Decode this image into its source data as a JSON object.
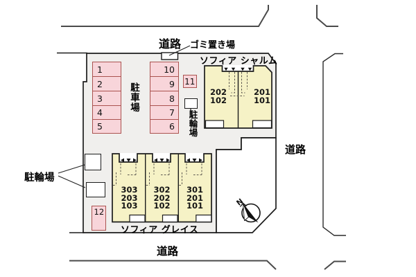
{
  "labels": {
    "road_top": "道路",
    "road_right": "道路",
    "road_bottom": "道路",
    "garbage": "ゴミ置き場",
    "parking_lot": "駐車場",
    "bike_parking": "駐輪場",
    "bike_parking_2": "駐輪場"
  },
  "compass": {
    "north": "N"
  },
  "parking": {
    "left_column": [
      "1",
      "2",
      "3",
      "4",
      "5"
    ],
    "middle_column": [
      "10",
      "9",
      "8",
      "7",
      "6"
    ],
    "space_11": "11",
    "space_12": "12"
  },
  "buildings": {
    "charme": {
      "name": "ソフィア シャルム",
      "units": [
        {
          "lines": [
            "202",
            "102"
          ]
        },
        {
          "lines": [
            "201",
            "101"
          ]
        }
      ]
    },
    "grace": {
      "name": "ソフィア グレイス",
      "units": [
        {
          "lines": [
            "303",
            "203",
            "103"
          ]
        },
        {
          "lines": [
            "302",
            "202",
            "102"
          ]
        },
        {
          "lines": [
            "301",
            "201",
            "101"
          ]
        }
      ]
    }
  },
  "colors": {
    "site_bg": "#f0efed",
    "parking_fill": "#f8d5da",
    "parking_border": "#aa524f",
    "building_fill": "#f6f2c6",
    "outline": "#1c1c1c",
    "road_line": "#4a4a4a"
  }
}
